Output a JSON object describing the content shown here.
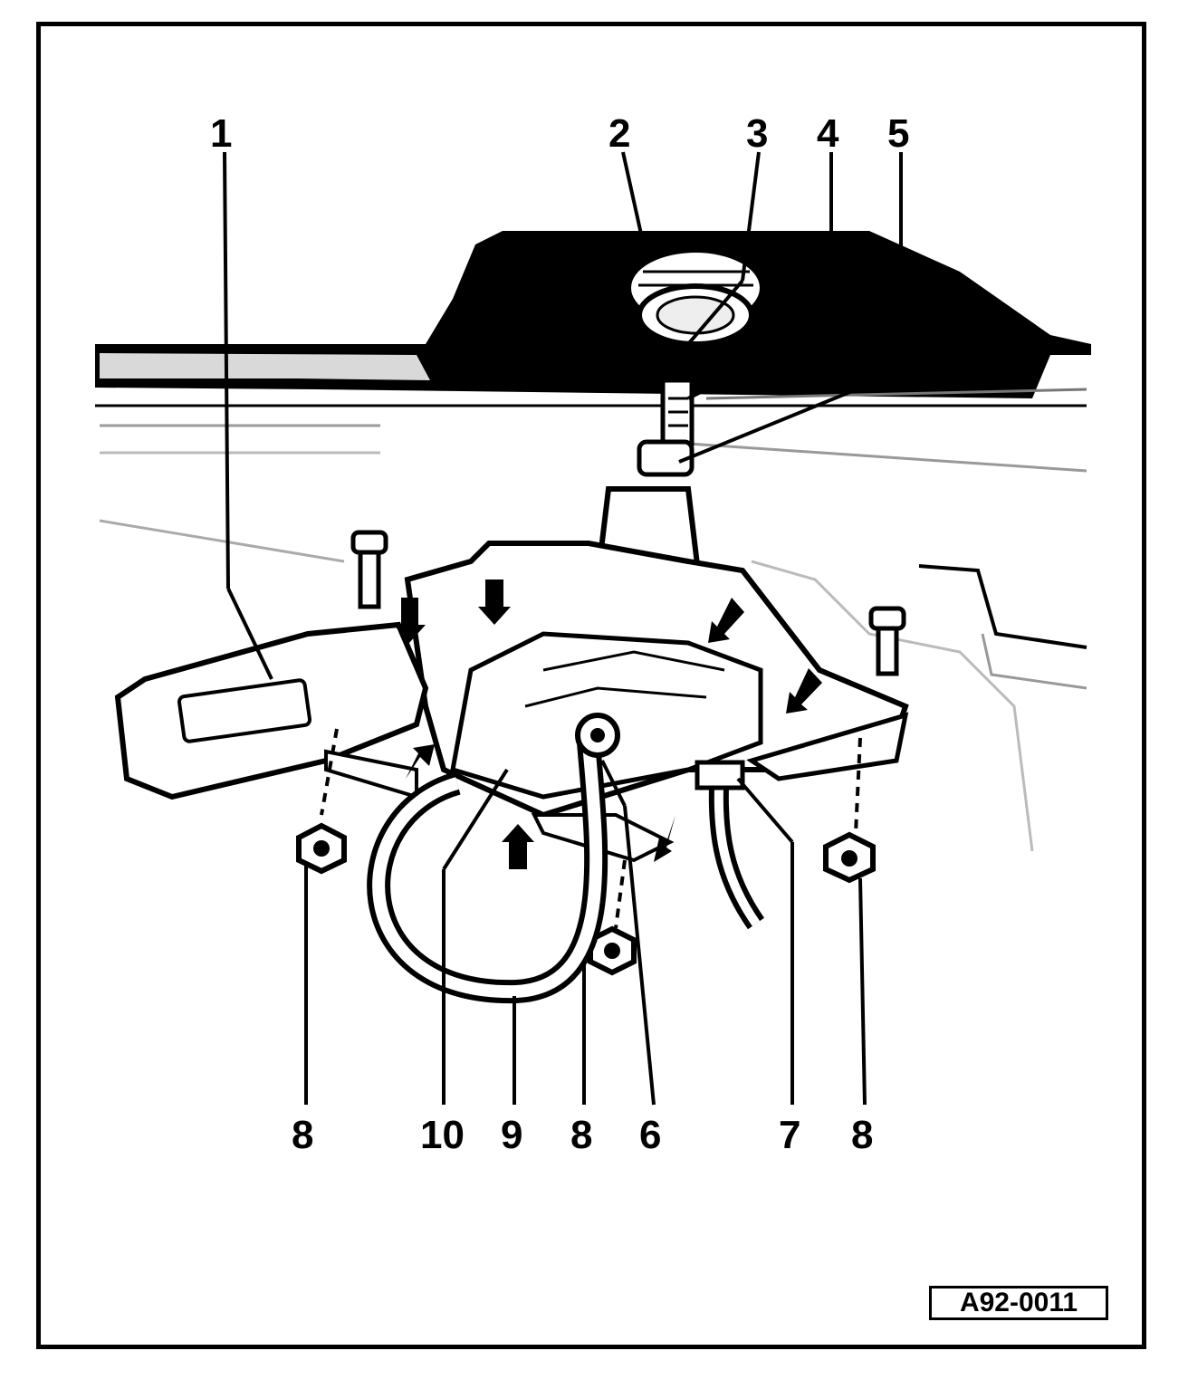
{
  "callouts": {
    "c1": "1",
    "c2": "2",
    "c3": "3",
    "c4": "4",
    "c5": "5",
    "c8a": "8",
    "c10": "10",
    "c9": "9",
    "c8b": "8",
    "c6": "6",
    "c7": "7",
    "c8c": "8"
  },
  "figure_id": "A92-0011",
  "colors": {
    "ink": "#000000",
    "paper": "#ffffff",
    "shade": "#d9d9d9"
  }
}
